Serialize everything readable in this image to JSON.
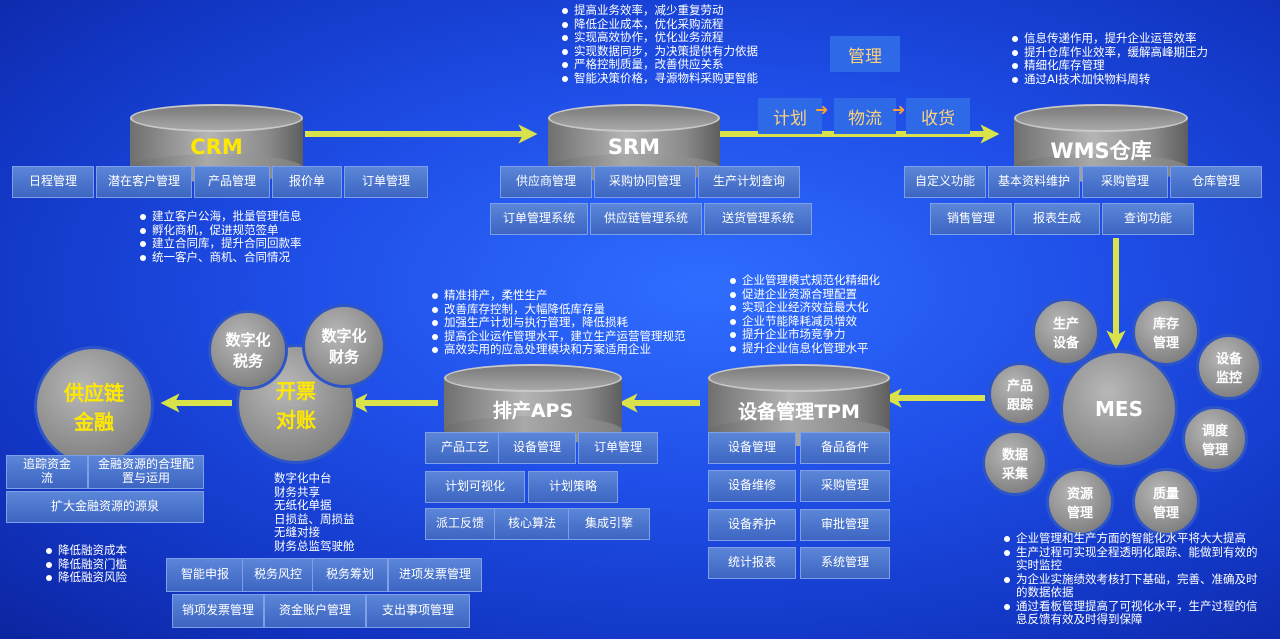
{
  "colors": {
    "accent_yellow": "#ffe800",
    "arrow": "#d9e24a",
    "tag_blue": "#4a75cc",
    "bg": "#1f4fe8"
  },
  "crm": {
    "title": "CRM",
    "tags": [
      "日程管理",
      "潜在客户管理",
      "产品管理",
      "报价单",
      "订单管理"
    ],
    "bullets": [
      "建立客户公海，批量管理信息",
      "孵化商机，促进规范签单",
      "建立合同库，提升合同回款率",
      "统一客户、商机、合同情况"
    ]
  },
  "srm": {
    "title": "SRM",
    "top_bullets": [
      "提高业务效率，减少重复劳动",
      "降低企业成本，优化采购流程",
      "实现高效协作，优化业务流程",
      "实现数据同步，为决策提供有力依据",
      "严格控制质量，改善供应关系",
      "智能决策价格，寻源物料采购更智能"
    ],
    "tags_row1": [
      "供应商管理",
      "采购协同管理",
      "生产计划查询"
    ],
    "tags_row2": [
      "订单管理系统",
      "供应链管理系统",
      "送货管理系统"
    ]
  },
  "flow": {
    "top": "管理",
    "steps": [
      "计划",
      "物流",
      "收货"
    ]
  },
  "wms": {
    "title": "WMS仓库",
    "bullets": [
      "信息传递作用，提升企业运营效率",
      "提升仓库作业效率，缓解高峰期压力",
      "精细化库存管理",
      "通过AI技术加快物料周转"
    ],
    "tags_row1": [
      "自定义功能",
      "基本资料维护",
      "采购管理",
      "仓库管理"
    ],
    "tags_row2": [
      "销售管理",
      "报表生成",
      "查询功能"
    ]
  },
  "mes": {
    "center": "MES",
    "nodes": {
      "prod_equip": "生产\n设备",
      "inventory": "库存\n管理",
      "equip_monitor": "设备\n监控",
      "schedule": "调度\n管理",
      "quality": "质量\n管理",
      "resource": "资源\n管理",
      "data_collect": "数据\n采集",
      "tracking": "产品\n跟踪"
    },
    "bullets": [
      "企业管理和生产方面的智能化水平将大大提高",
      "生产过程可实现全程透明化跟踪、能做到有效的实时监控",
      "为企业实施绩效考核打下基础，完善、准确及时的数据依据",
      "通过看板管理提高了可视化水平，生产过程的信息反馈有效及时得到保障"
    ]
  },
  "tpm": {
    "title": "设备管理TPM",
    "bullets": [
      "企业管理模式规范化精细化",
      "促进企业资源合理配置",
      "实现企业经济效益最大化",
      "企业节能降耗减员增效",
      "提升企业市场竞争力",
      "提升企业信息化管理水平"
    ],
    "tags_left": [
      "设备管理",
      "设备维修",
      "设备养护",
      "统计报表"
    ],
    "tags_right": [
      "备品备件",
      "采购管理",
      "审批管理",
      "系统管理"
    ]
  },
  "aps": {
    "title": "排产APS",
    "bullets": [
      "精准排产，柔性生产",
      "改善库存控制，大幅降低库存量",
      "加强生产计划与执行管理，降低损耗",
      "提高企业运作管理水平，建立生产运营管理规范",
      "高效实用的应急处理模块和方案适用企业"
    ],
    "tags_row1": [
      "产品工艺",
      "设备管理",
      "订单管理"
    ],
    "tags_row2": [
      "计划可视化",
      "计划策略"
    ],
    "tags_row3": [
      "派工反馈",
      "核心算法",
      "集成引擎"
    ]
  },
  "invoice": {
    "center": "开票\n对账",
    "tax": "数字化\n税务",
    "finance": "数字化\n财务",
    "lines": [
      "数字化中台",
      "财务共享",
      "无纸化单据",
      "日损益、周损益",
      "无缝对接",
      "财务总监驾驶舱"
    ],
    "tags_row1": [
      "智能申报",
      "税务风控",
      "税务筹划",
      "进项发票管理"
    ],
    "tags_row2": [
      "销项发票管理",
      "资金账户管理",
      "支出事项管理"
    ]
  },
  "scf": {
    "center": "供应链\n金融",
    "tags_row1": [
      "追踪资金\n流",
      "金融资源的合理配\n置与运用"
    ],
    "tag_wide": "扩大金融资源的源泉",
    "bullets": [
      "降低融资成本",
      "降低融资门槛",
      "降低融资风险"
    ]
  }
}
